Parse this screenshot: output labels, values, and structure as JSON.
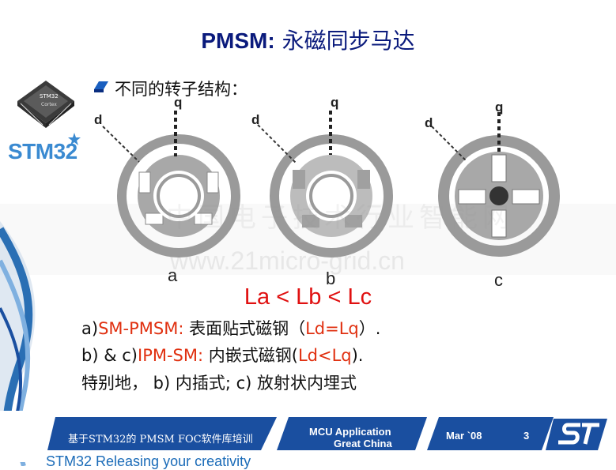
{
  "title": {
    "bold": "PMSM:",
    "rest": " 永磁同步马达"
  },
  "brand": {
    "logo_main": "STM32",
    "chip_text": [
      "STM32",
      "Cortex"
    ]
  },
  "bullet": {
    "text": "不同的转子结构："
  },
  "diagram": {
    "rotors": [
      {
        "label": "a",
        "d": "d",
        "q": "q"
      },
      {
        "label": "b",
        "d": "d",
        "q": "q"
      },
      {
        "label": "c",
        "d": "d",
        "q": "q"
      }
    ]
  },
  "watermark": {
    "cn": "中国电子技术行业智能网",
    "url": "www.21micro-grid.cn"
  },
  "formula": "La < Lb < Lc",
  "lines": {
    "l1": {
      "prefix": "a)",
      "red": "SM-PMSM:",
      "rest": " 表面贴式磁钢（",
      "red2": "Ld=Lq",
      "rest2": "）."
    },
    "l2": {
      "prefix": "b) & c)",
      "red": "IPM-SM:",
      "rest": " 内嵌式磁钢(",
      "red2": "Ld<Lq",
      "rest2": ")."
    },
    "l3": {
      "text": "特别地， b) 内插式; c) 放射状内埋式"
    }
  },
  "footer": {
    "left": "基于STM32的 PMSM FOC软件库培训",
    "mid_line1": "MCU Application",
    "mid_line2": "Great China",
    "date": "Mar `08",
    "page": "3"
  },
  "bottom_cut_text": "STM32 Releasing your creativity",
  "colors": {
    "title": "#0a1a7c",
    "red": "#e03010",
    "footer_blue": "#1a4fa0"
  }
}
